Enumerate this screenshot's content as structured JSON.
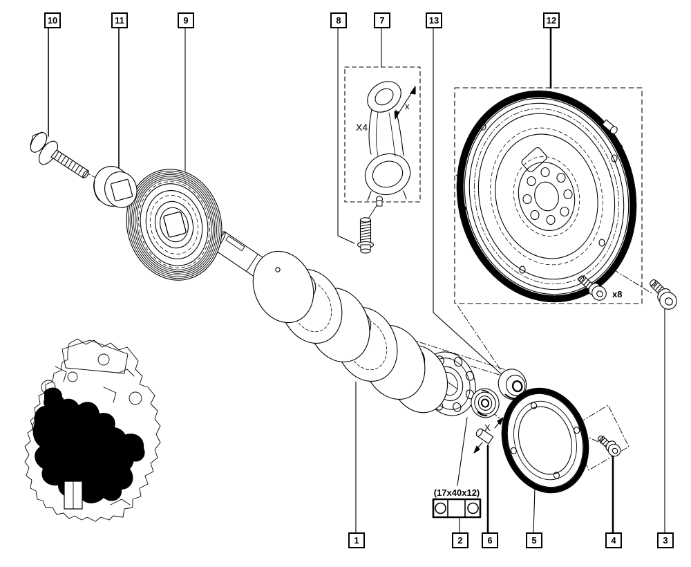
{
  "diagram": {
    "background": "#ffffff",
    "line_color": "#000000",
    "callouts": {
      "c1": "1",
      "c2": "2",
      "c3": "3",
      "c4": "4",
      "c5": "5",
      "c6": "6",
      "c7": "7",
      "c8": "8",
      "c9": "9",
      "c10": "10",
      "c11": "11",
      "c12": "12",
      "c13": "13"
    },
    "labels": {
      "rod_quantity": "X4",
      "rod_dimension": "x",
      "flywheel_bolt_quantity": "x8",
      "pin_dimension": "X",
      "bearing_size": "(17x40x12)"
    }
  }
}
